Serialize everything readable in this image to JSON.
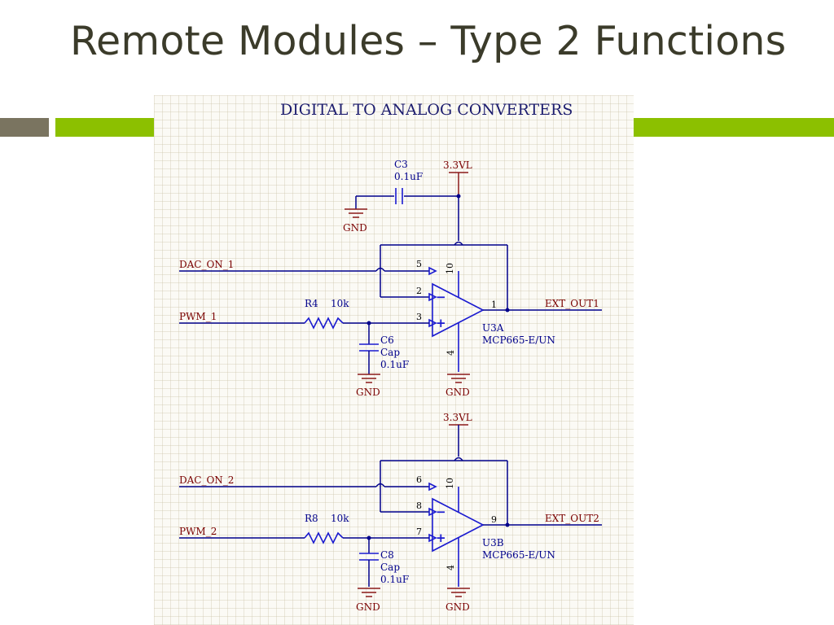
{
  "slide": {
    "title": "Remote Modules – Type 2 Functions",
    "colors": {
      "title": "#3b3b2a",
      "accent_green": "#8cc000",
      "accent_gray": "#7a7460"
    }
  },
  "schematic": {
    "heading": "DIGITAL TO ANALOG CONVERTERS",
    "supply_label": "3.3VL",
    "ground_label": "GND",
    "plus_sign": "+",
    "minus_sign": "−",
    "colors": {
      "wire": "#00008b",
      "part": "#1a1ad0",
      "net_label": "#7a0000"
    },
    "decoupling": {
      "ref": "C3",
      "value": "0.1uF"
    },
    "channel1": {
      "dac_net": "DAC_ON_1",
      "pwm_net": "PWM_1",
      "resistor_ref": "R4",
      "resistor_value": "10k",
      "cap_ref": "C6",
      "cap_type": "Cap",
      "cap_value": "0.1uF",
      "opamp_ref": "U3A",
      "opamp_part": "MCP665-E/UN",
      "pin_dac": "5",
      "pin_inv": "2",
      "pin_noninv": "3",
      "pin_out": "1",
      "pin_vdd": "10",
      "pin_vss": "4",
      "out_net": "EXT_OUT1"
    },
    "channel2": {
      "dac_net": "DAC_ON_2",
      "pwm_net": "PWM_2",
      "resistor_ref": "R8",
      "resistor_value": "10k",
      "cap_ref": "C8",
      "cap_type": "Cap",
      "cap_value": "0.1uF",
      "opamp_ref": "U3B",
      "opamp_part": "MCP665-E/UN",
      "pin_dac": "6",
      "pin_inv": "8",
      "pin_noninv": "7",
      "pin_out": "9",
      "pin_vdd": "10",
      "pin_vss": "4",
      "out_net": "EXT_OUT2"
    }
  }
}
